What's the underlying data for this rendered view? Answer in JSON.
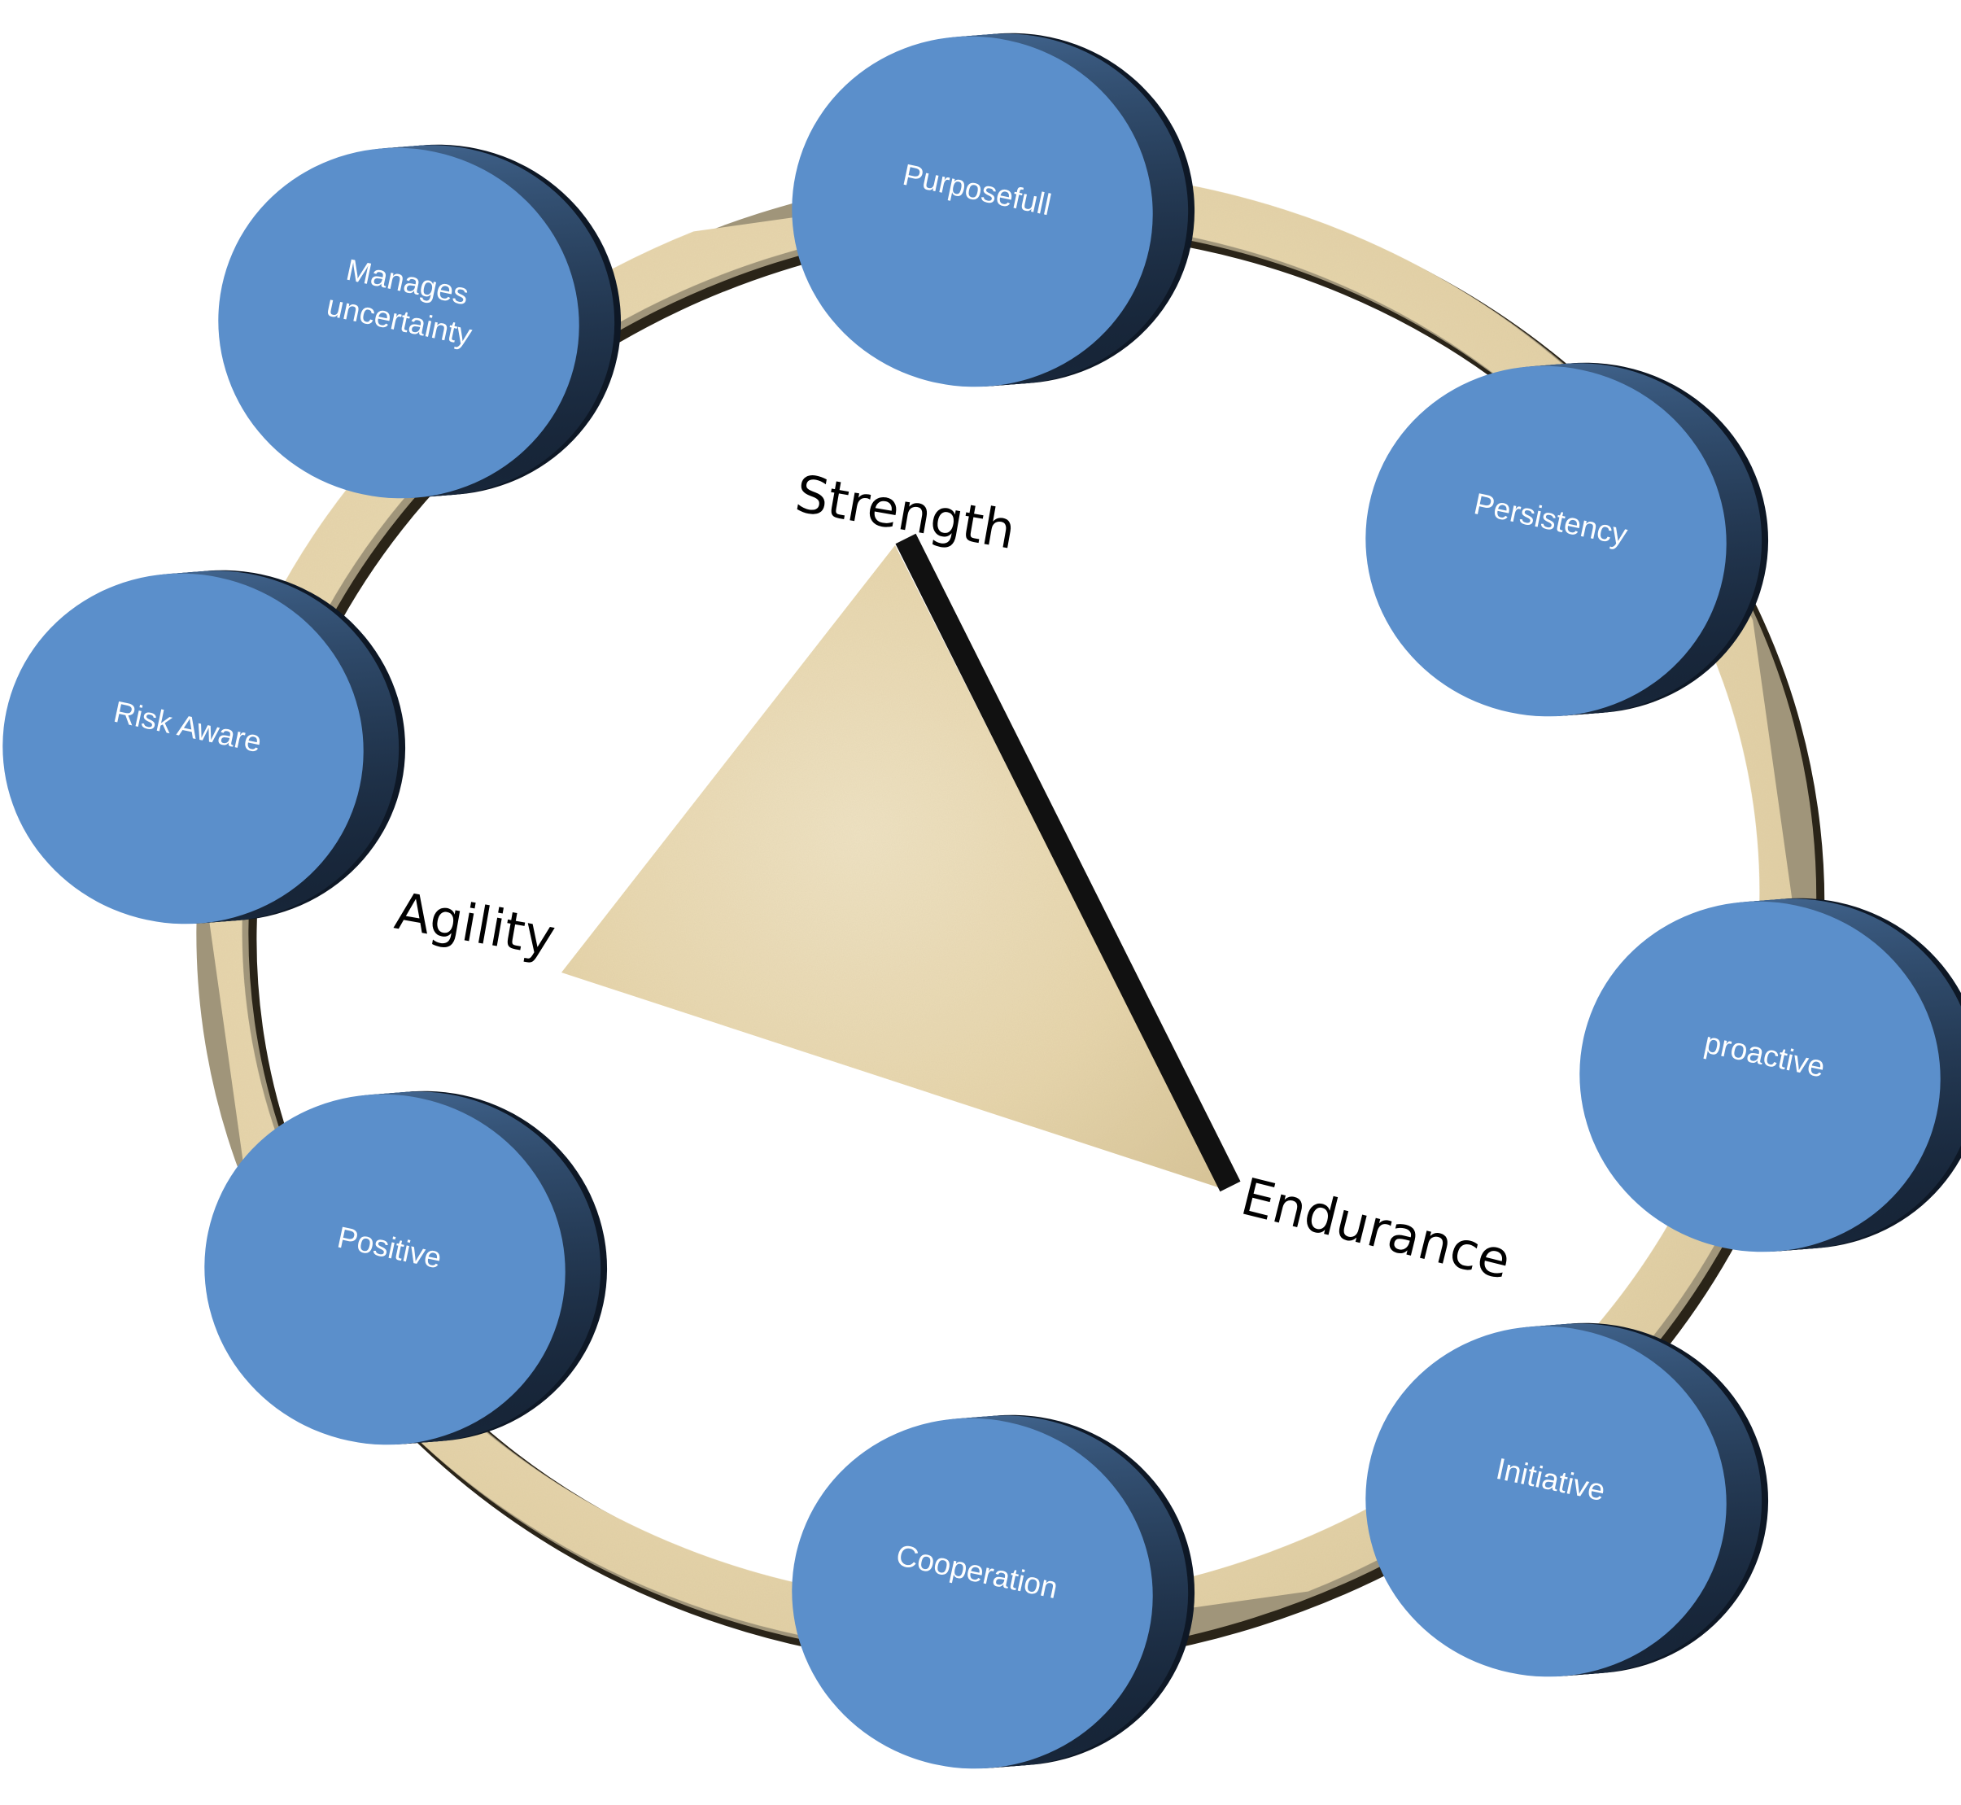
{
  "nodes": [
    {
      "id": "purposefull",
      "label": "Purposefull"
    },
    {
      "id": "manages-uncertainty",
      "label": "Manages uncertainty"
    },
    {
      "id": "persistency",
      "label": "Persistency"
    },
    {
      "id": "risk-aware",
      "label": "Risk Aware"
    },
    {
      "id": "proactive",
      "label": "proactive"
    },
    {
      "id": "positive",
      "label": "Positive"
    },
    {
      "id": "initiative",
      "label": "Initiative"
    },
    {
      "id": "cooperation",
      "label": "Cooperation"
    }
  ],
  "triangle": {
    "top_label": "Strength",
    "left_label": "Agility",
    "right_label": "Endurance"
  },
  "colors": {
    "node_fill": "#5b8fcb",
    "node_side": "#2c4665",
    "ring_fill": "#e9d9b2",
    "ring_edge": "#8a7f63",
    "bar": "#111111"
  }
}
